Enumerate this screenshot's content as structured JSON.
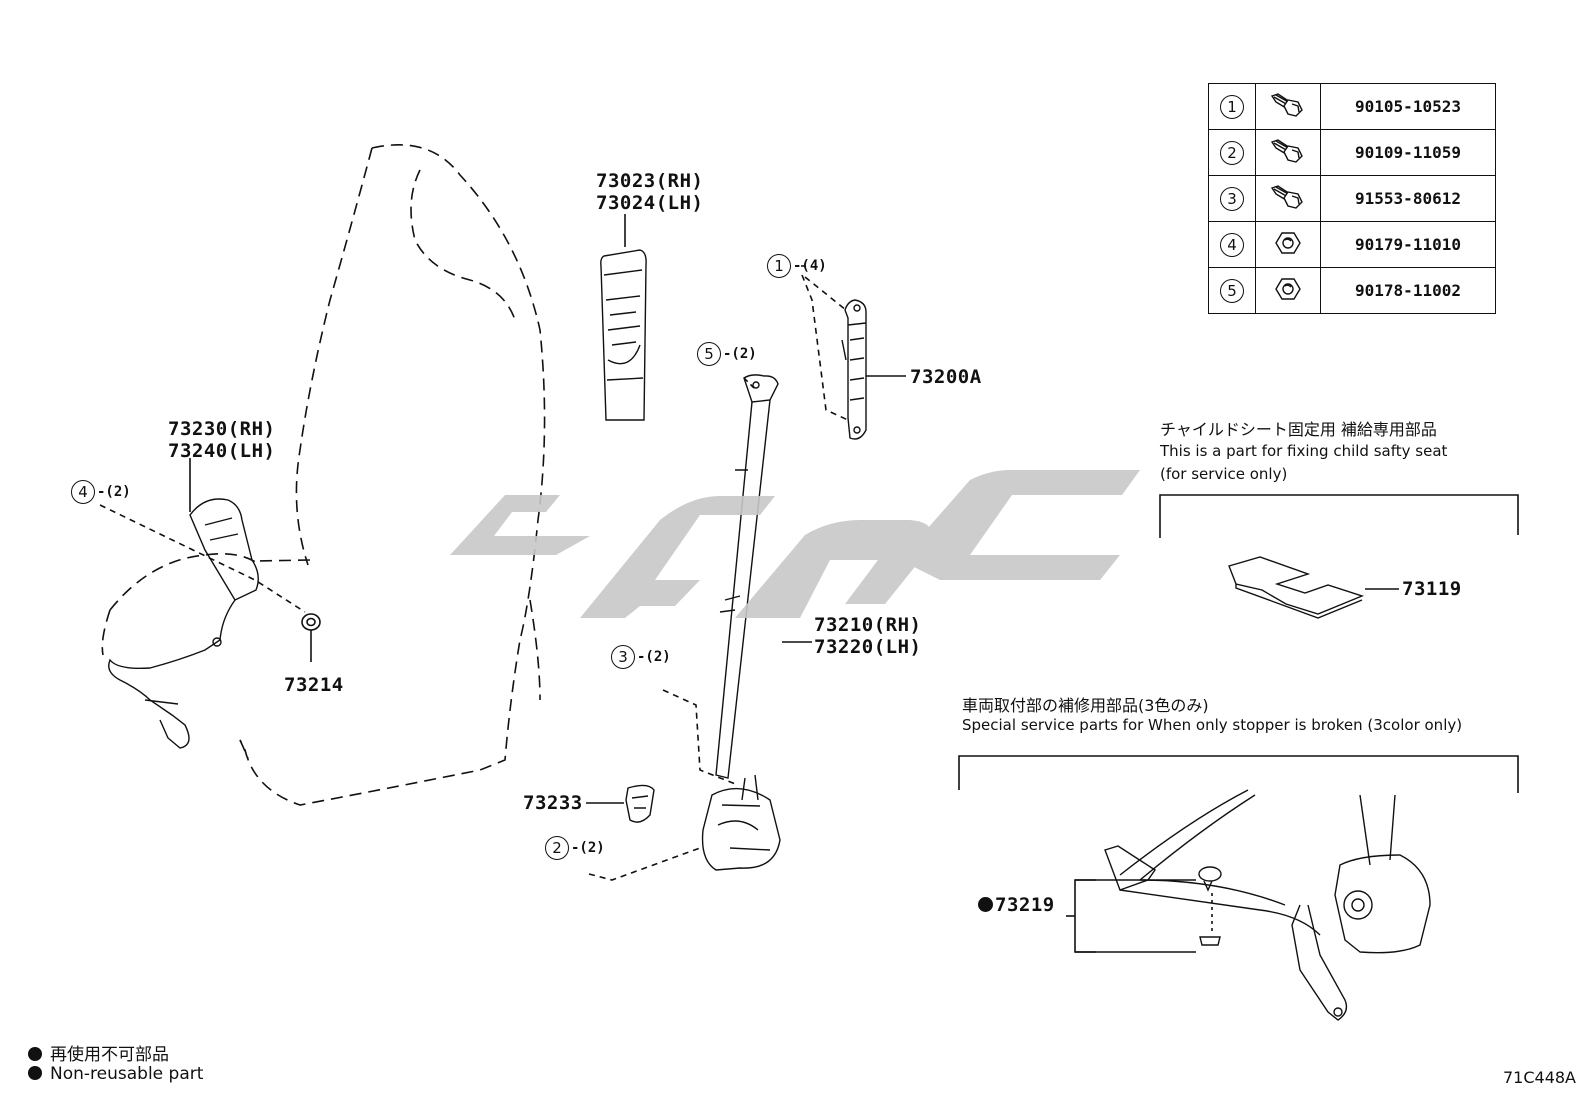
{
  "callouts": {
    "p73023": "73023(RH)",
    "p73024": "73024(LH)",
    "p73230": "73230(RH)",
    "p73240": "73240(LH)",
    "p73214": "73214",
    "p73200a": "73200A",
    "p73210": "73210(RH)",
    "p73220": "73220(LH)",
    "p73233": "73233",
    "p73119": "73119",
    "p73219": "73219"
  },
  "fastener_refs": [
    {
      "num": "1",
      "qty": "-(4)"
    },
    {
      "num": "5",
      "qty": "-(2)"
    },
    {
      "num": "4",
      "qty": "-(2)"
    },
    {
      "num": "3",
      "qty": "-(2)"
    },
    {
      "num": "2",
      "qty": "-(2)"
    }
  ],
  "fastener_table": [
    {
      "num": "1",
      "icon": "bolt-icon",
      "part": "90105-10523"
    },
    {
      "num": "2",
      "icon": "bolt-icon",
      "part": "90109-11059"
    },
    {
      "num": "3",
      "icon": "bolt-icon",
      "part": "91553-80612"
    },
    {
      "num": "4",
      "icon": "nut-icon",
      "part": "90179-11010"
    },
    {
      "num": "5",
      "icon": "nut-icon",
      "part": "90178-11002"
    }
  ],
  "child_seat_note": {
    "jp": "チャイルドシート固定用 補給専用部品",
    "en1": "This is a part for fixing child safty seat",
    "en2": "(for service only)"
  },
  "stopper_note": {
    "jp": "車両取付部の補修用部品(3色のみ)",
    "en": "Special service parts for When only stopper is broken (3color only)"
  },
  "legend": {
    "jp": "再使用不可部品",
    "en": "Non-reusable part"
  },
  "diagram_code": "71C448A",
  "watermark_color": "#c8c8c8"
}
